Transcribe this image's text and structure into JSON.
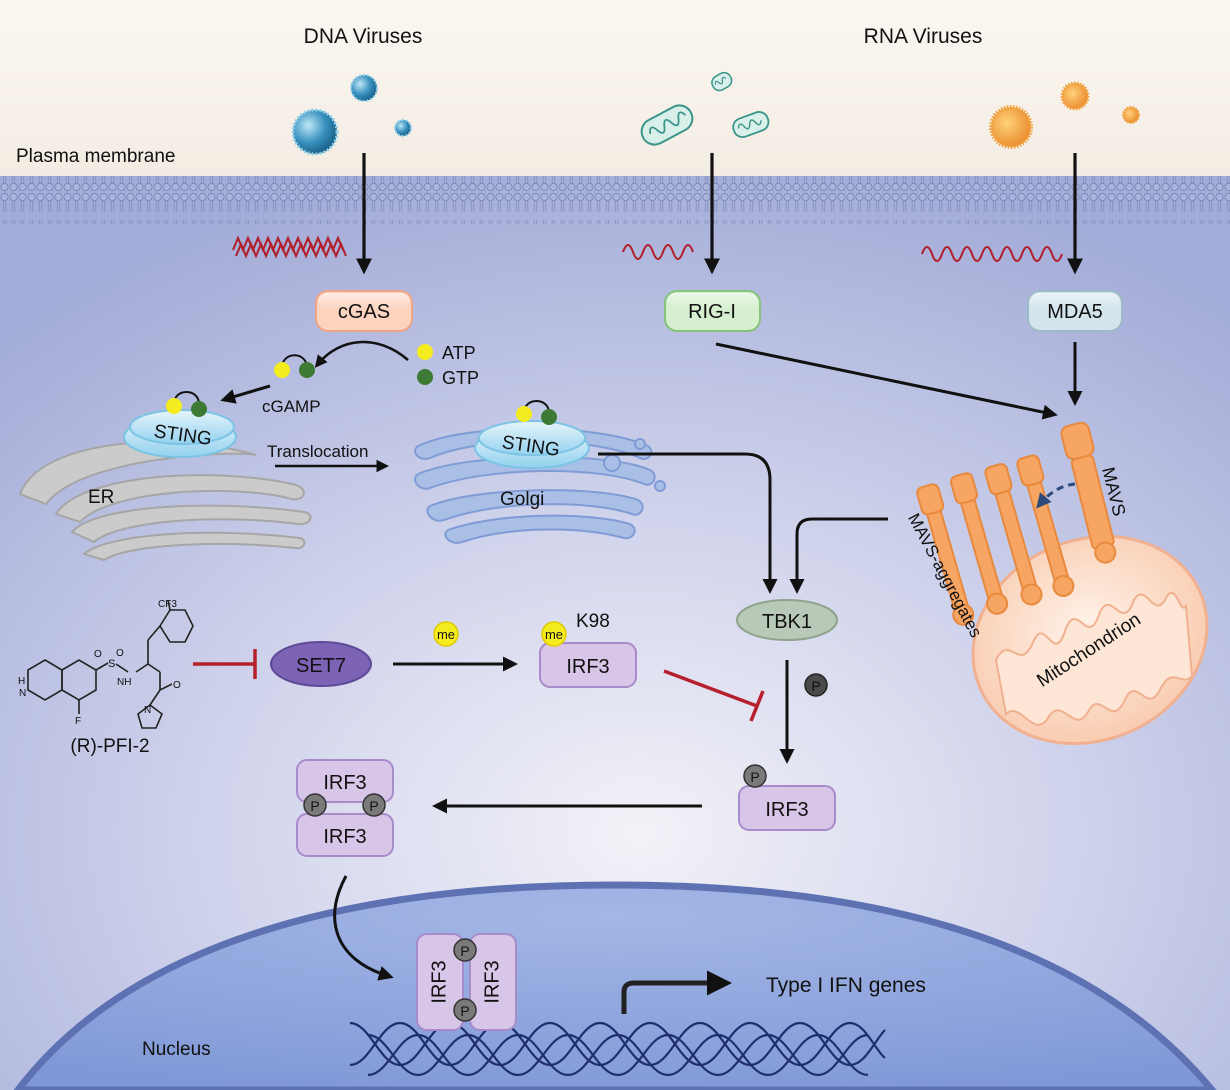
{
  "regions": {
    "plasma_membrane": "Plasma membrane",
    "nucleus": "Nucleus"
  },
  "virus_groups": {
    "dna": "DNA Viruses",
    "rna": "RNA Viruses"
  },
  "sensors": {
    "cgas": "cGAS",
    "rigi": "RIG-I",
    "mda5": "MDA5"
  },
  "nucleotides": {
    "atp": "ATP",
    "gtp": "GTP",
    "cgamp": "cGAMP"
  },
  "organelles": {
    "er": "ER",
    "golgi": "Golgi",
    "mitochondrion": "Mitochondrion"
  },
  "proteins": {
    "sting": "STING",
    "mavs": "MAVS",
    "mavs_aggregates": "MAVS-aggregates",
    "tbk1": "TBK1",
    "set7": "SET7",
    "irf3": "IRF3"
  },
  "modifications": {
    "me": "me",
    "site": "K98",
    "phospho": "P"
  },
  "processes": {
    "translocation": "Translocation"
  },
  "compound": {
    "name": "(R)-PFI-2",
    "cf3": "CF3",
    "sulfonyl_s": "S",
    "o": "O",
    "nh": "NH",
    "h": "H",
    "n": "N",
    "f": "F"
  },
  "output": {
    "genes": "Type I IFN genes"
  },
  "colors": {
    "cgas_fill": "#fcd3bf",
    "rigi_fill": "#d5efcf",
    "mda5_fill": "#d3e4ec",
    "irf3_fill": "#d8c6e8",
    "set7_fill": "#7c63b5",
    "tbk1_fill": "#b9c9b7",
    "atp": "#f5ec1f",
    "gtp": "#3d7a34",
    "mavs": "#f7a562",
    "inhibit": "#b5202a",
    "cytoplasm": "#b6bfe2",
    "nucleus": "#8ba4dc"
  }
}
